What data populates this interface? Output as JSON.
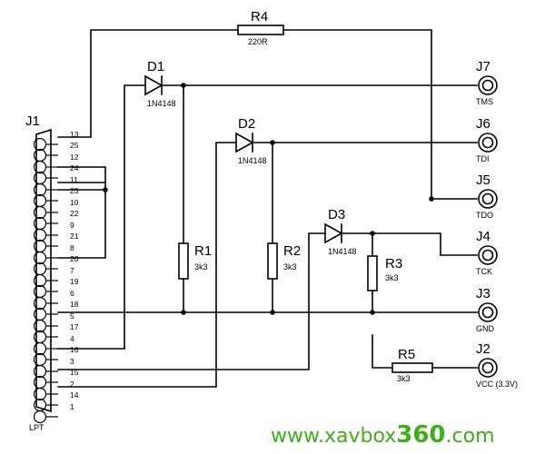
{
  "connector": {
    "ref": "J1",
    "name": "LPT",
    "pins_left": [
      "13",
      "12",
      "11",
      "10",
      "9",
      "8",
      "7",
      "6",
      "5",
      "4",
      "3",
      "2",
      "1"
    ],
    "pins_right": [
      "25",
      "24",
      "23",
      "22",
      "21",
      "20",
      "19",
      "18",
      "17",
      "16",
      "15",
      "14"
    ]
  },
  "components": {
    "r4": {
      "ref": "R4",
      "value": "220R"
    },
    "d1": {
      "ref": "D1",
      "value": "1N4148"
    },
    "d2": {
      "ref": "D2",
      "value": "1N4148"
    },
    "d3": {
      "ref": "D3",
      "value": "1N4148"
    },
    "r1": {
      "ref": "R1",
      "value": "3k3"
    },
    "r2": {
      "ref": "R2",
      "value": "3k3"
    },
    "r3": {
      "ref": "R3",
      "value": "3k3"
    },
    "r5": {
      "ref": "R5",
      "value": "3k3"
    }
  },
  "jacks": [
    {
      "ref": "J7",
      "signal": "TMS"
    },
    {
      "ref": "J6",
      "signal": "TDI"
    },
    {
      "ref": "J5",
      "signal": "TDO"
    },
    {
      "ref": "J4",
      "signal": "TCK"
    },
    {
      "ref": "J3",
      "signal": "GND"
    },
    {
      "ref": "J2",
      "signal": "VCC (3.3V)"
    }
  ],
  "watermark": {
    "prefix": "www.xavbox",
    "accent": "360",
    "suffix": ".com",
    "color": "#3fae1a"
  }
}
